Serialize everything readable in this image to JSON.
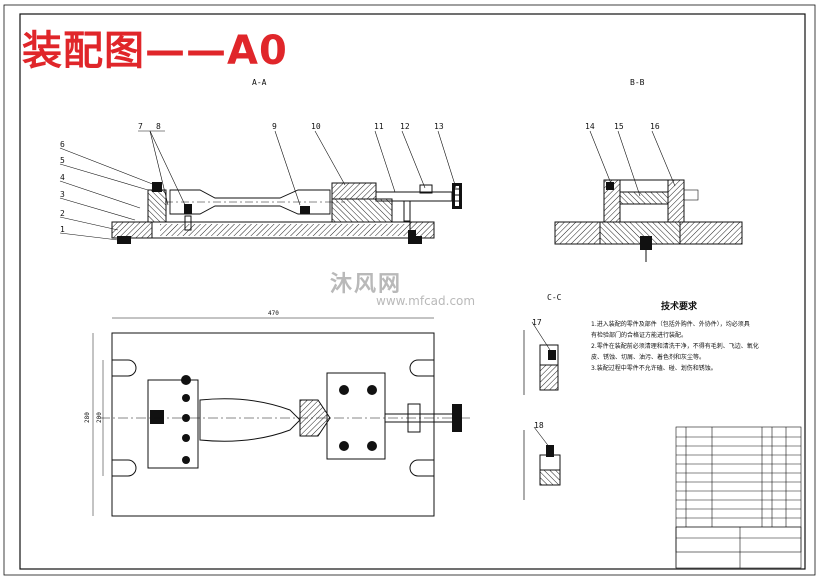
{
  "title": "装配图——A0",
  "views": {
    "aa": "A-A",
    "bb": "B-B",
    "cc": "C-C"
  },
  "balloons_aa": [
    "1",
    "2",
    "3",
    "4",
    "5",
    "6",
    "7",
    "8",
    "9",
    "10",
    "11",
    "12",
    "13"
  ],
  "balloons_bb": [
    "14",
    "15",
    "16"
  ],
  "balloons_cc": [
    "17",
    "18"
  ],
  "dimensions": {
    "overall_length": "470",
    "overall_width": "280",
    "inner_width": "200"
  },
  "watermark": {
    "brand": "沐风网",
    "url": "www.mfcad.com"
  },
  "tech_requirements": {
    "heading": "技术要求",
    "lines": [
      "1.进入装配的零件及部件（包括外购件、外协件），均必须具",
      "有检验部门的合格证方能进行装配。",
      "2.零件在装配前必须清理和清洗干净，不得有毛刺、飞边、氧化",
      "皮、锈蚀、切屑、油污、着色剂和灰尘等。",
      "3.装配过程中零件不允许磕、碰、划伤和锈蚀。"
    ]
  },
  "colors": {
    "title": "#e0262a",
    "line": "#111111",
    "hatch": "#222222",
    "watermark": "#b9b9b9"
  }
}
